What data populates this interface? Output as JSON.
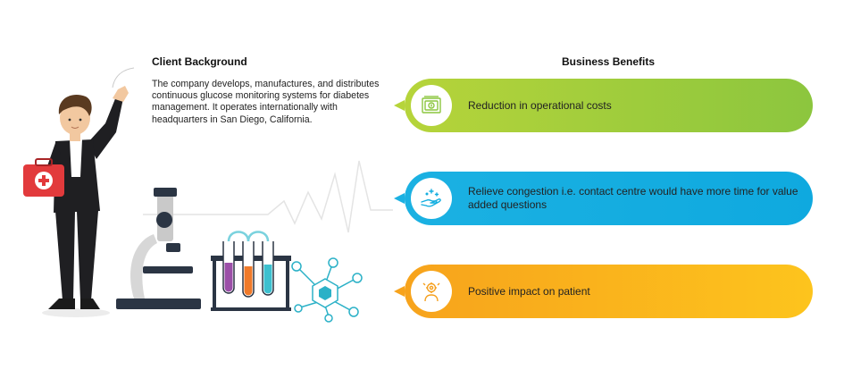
{
  "client": {
    "heading": "Client Background",
    "body": "The company develops, manufactures, and distributes continuous glucose monitoring systems for diabetes management. It operates internationally with headquarters in San Diego, California."
  },
  "benefits": {
    "heading": "Business Benefits",
    "items": [
      {
        "label": "Reduction in operational costs",
        "icon": "money-icon",
        "color": "#9dcc3c"
      },
      {
        "label": "Relieve congestion i.e. contact centre would have more time for value added questions",
        "icon": "hand-sparkle-icon",
        "color": "#13aee0"
      },
      {
        "label": "Positive impact on patient",
        "icon": "person-gear-icon",
        "color": "#f9b21d"
      }
    ]
  },
  "colors": {
    "green": "#9dcc3c",
    "blue": "#13aee0",
    "orange": "#f9b21d",
    "suit": "#1f1f22",
    "kit_red": "#e23a3c"
  }
}
